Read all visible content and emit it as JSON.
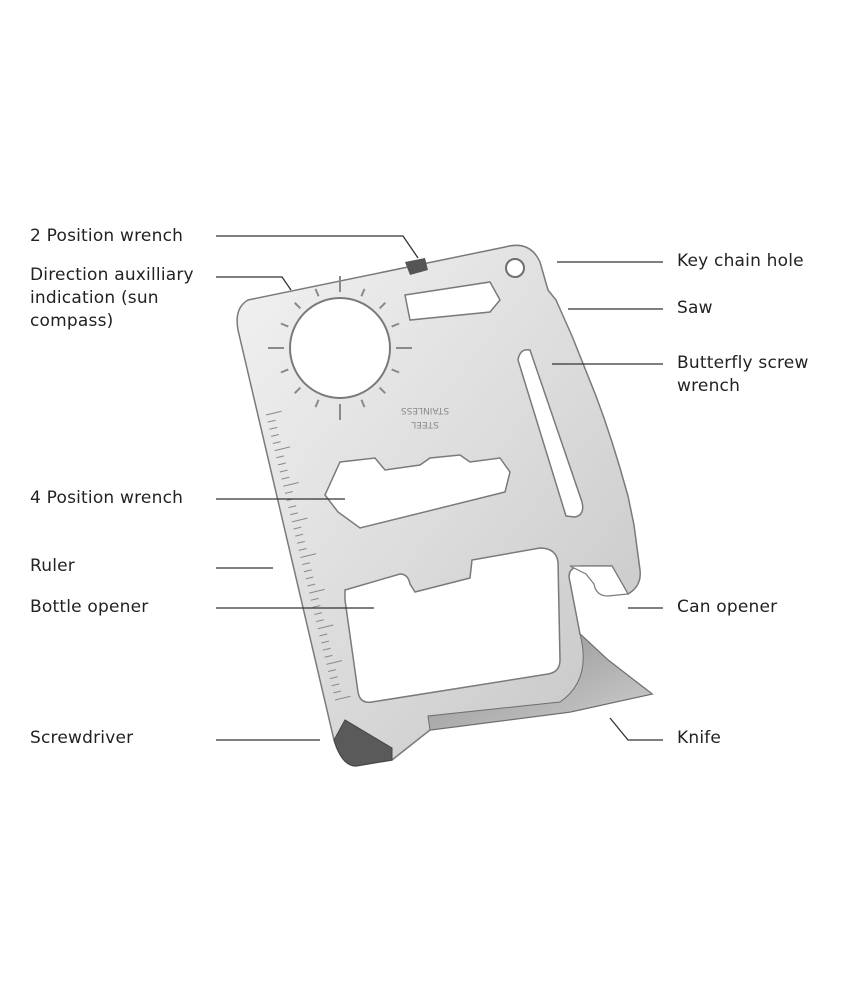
{
  "labels": {
    "two_position_wrench": "2 Position wrench",
    "direction_indication": "Direction auxilliary\nindication (sun\ncompass)",
    "four_position_wrench": "4 Position wrench",
    "ruler": "Ruler",
    "bottle_opener": "Bottle opener",
    "screwdriver": "Screwdriver",
    "key_chain_hole": "Key chain hole",
    "saw": "Saw",
    "butterfly_screw_wrench": "Butterfly screw\nwrench",
    "can_opener": "Can opener",
    "knife": "Knife"
  },
  "card": {
    "engraving": "STAINLESS\nSTEEL"
  },
  "colors": {
    "steel_light": "#e6e6e6",
    "steel_mid": "#c8c8c8",
    "steel_dark": "#6e6e6e",
    "text": "#222222",
    "leader": "#333333"
  }
}
